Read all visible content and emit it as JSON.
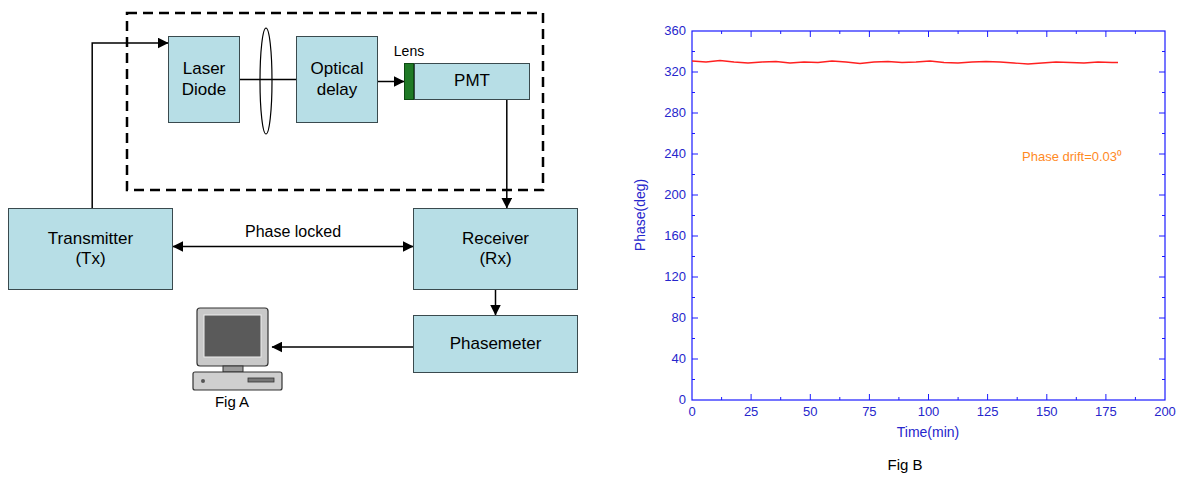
{
  "diagram": {
    "nodes": [
      {
        "text": [
          "Laser Diode"
        ]
      },
      {
        "text": [
          "Optical delay"
        ]
      },
      {
        "text": [
          "Lens"
        ]
      },
      {
        "text": [
          "PMT"
        ]
      },
      {
        "text": [
          "Transmitter (Tx)"
        ]
      },
      {
        "text": [
          "Receiver (Rx)"
        ]
      },
      {
        "text": [
          "Phasemeter"
        ]
      }
    ],
    "edges": [
      {
        "from": 4,
        "to": 0,
        "arrow": "to"
      },
      {
        "from": 0,
        "to": 1,
        "arrow": "none"
      },
      {
        "from": 1,
        "to": 2,
        "arrow": "to"
      },
      {
        "from": 3,
        "to": 5,
        "arrow": "to"
      },
      {
        "from": 4,
        "to": 5,
        "arrow": "both",
        "label": "Phase locked"
      },
      {
        "from": 5,
        "to": 6,
        "arrow": "to"
      }
    ],
    "labels": [
      "Fig A",
      "Fig B",
      "360",
      "320",
      "280",
      "240",
      "200",
      "160",
      "120",
      "80",
      "40",
      "0",
      "0",
      "25",
      "50",
      "75",
      "100",
      "125",
      "150",
      "175",
      "200",
      "Phase(deg)",
      "Time(min)",
      "Phase drift=0.03⁰"
    ]
  }
}
